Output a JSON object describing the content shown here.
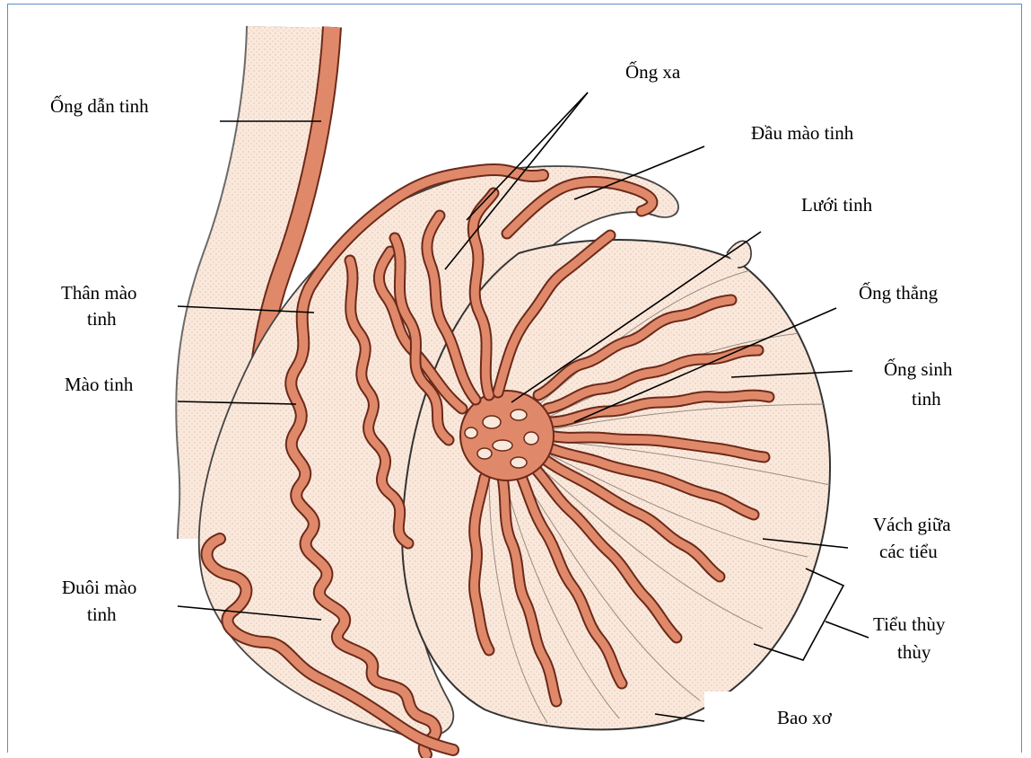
{
  "colors": {
    "duct": "#e0896a",
    "duct_stroke": "#6b2a1a",
    "tissue": "#f9e9dc",
    "stipple": "#e8b9a4",
    "frame": "#5b8ec7"
  },
  "labels": {
    "ong_dan_tinh": "Ống dẫn tinh",
    "ong_xa": "Ống xa",
    "dau_mao_tinh": "Đầu mào tinh",
    "luoi_tinh": "Lưới tinh",
    "than_mao_tinh_1": "Thân mào",
    "than_mao_tinh_2": "tinh",
    "ong_thang": "Ống thẳng",
    "mao_tinh": "Mào tinh",
    "ong_sinh_tinh_1": "Ống sinh",
    "ong_sinh_tinh_2": "tinh",
    "vach_giua_1": "Vách giữa",
    "vach_giua_2": "các tiểu",
    "duoi_mao_tinh_1": "Đuôi mào",
    "duoi_mao_tinh_2": "tinh",
    "tieu_thuy_1": "Tiểu thùy",
    "tieu_thuy_2": "thùy",
    "bao_xo": "Bao xơ"
  }
}
